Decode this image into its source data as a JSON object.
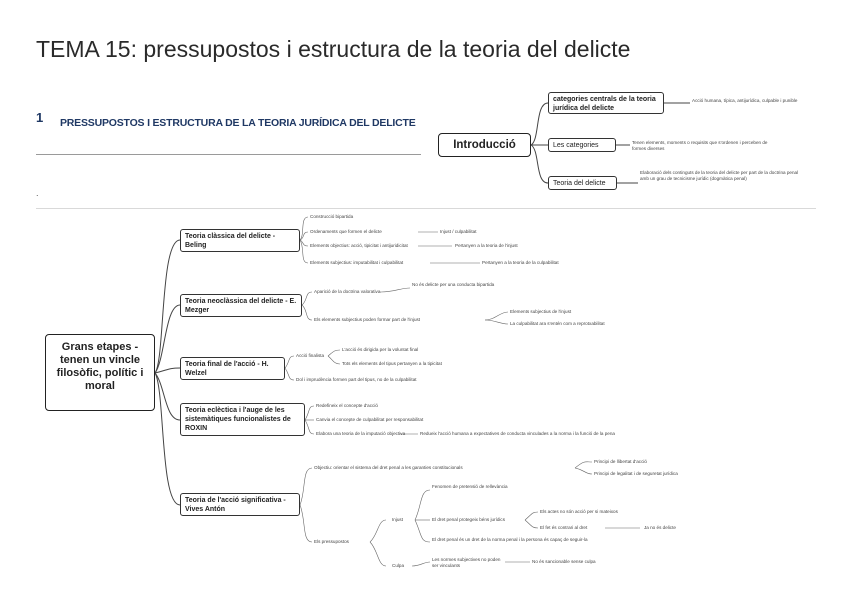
{
  "page": {
    "title": "TEMA 15: pressupostos i estructura de la teoria del delicte",
    "section_number": "1",
    "section_title": "PRESSUPOSTOS I ESTRUCTURA DE LA TEORIA JURÍDICA DEL DELICTE",
    "bullet": "."
  },
  "intro_map": {
    "center": "Introducció",
    "branches": [
      {
        "label": "categories centrals de la teoria jurídica del delicte",
        "detail": "Acció humana, típica, antijurídica, culpable i punible"
      },
      {
        "label": "Les categories",
        "detail": "Tenen elements, moments o requisits que s'ordenen i perceben de formes diverses"
      },
      {
        "label": "Teoria del delicte",
        "detail": "Elaboració dels continguts de la teoria del delicte per part de la doctrina penal amb un grau de tecnicisme jurídic (dogmàtica penal)"
      }
    ]
  },
  "main_map": {
    "root": "Grans etapes - tenen un vincle filosòfic, polític i moral",
    "branches": [
      {
        "label": "Teoria clàssica del delicte - Beling",
        "leaves": [
          "Construcció bipartida",
          "Ordenaments que formen el delicte",
          "Injust / culpabilitat",
          "Elements objectius: acció, tipicitat i antijuridicitat",
          "Pertanyen a la teoria de l'injust",
          "Elements subjectius: imputabilitat i culpabilitat",
          "Pertanyen a la teoria de la culpabilitat"
        ]
      },
      {
        "label": "Teoria neoclàssica del delicte - E. Mezger",
        "leaves": [
          "Aparició de la doctrina valorativa",
          "No és delicte per una conducta bipartida",
          "Els elements subjectius poden formar part de l'injust",
          "Elements subjectius de l'injust",
          "La culpabilitat ara s'entén com a reprotxabilitat"
        ]
      },
      {
        "label": "Teoria final de l'acció - H. Welzel",
        "leaves": [
          "Acció finalista",
          "L'acció és dirigida per la voluntat final",
          "Tots els elements del tipus pertanyen a la tipicitat",
          "Dol i imprudència formen part del tipus, no de la culpabilitat"
        ]
      },
      {
        "label": "Teoria eclèctica i l'auge de les sistemàtiques funcionalistes de ROXIN",
        "leaves": [
          "Redefineix el concepte d'acció",
          "Canvia el concepte de culpabilitat per responsabilitat",
          "Elabora una teoria de la imputació objectiva",
          "Redueix l'acció humana a expectatives de conducta vinculades a la norma i la funció de la pena"
        ]
      },
      {
        "label": "Teoria de l'acció significativa - Vives Antón",
        "leaves": [
          "Objectiu: orientar el sistema del dret penal a les garanties constitucionals",
          "Principi de llibertat d'acció",
          "Principi de legalitat i de seguretat jurídica",
          "Els pressupostos",
          "Injust",
          "Fenomen de pretensió de rellevància",
          "El dret penal protegeix béns jurídics",
          "Els actes no són acció per si mateixos",
          "El fet és contrari al dret",
          "Ja no és delicte",
          "El dret penal és un dret de la norma penal i la persona és capaç de seguir-la",
          "Culpa",
          "Les normes subjectives no poden ser vinculants",
          "No és sancionable sense culpa"
        ]
      }
    ]
  }
}
